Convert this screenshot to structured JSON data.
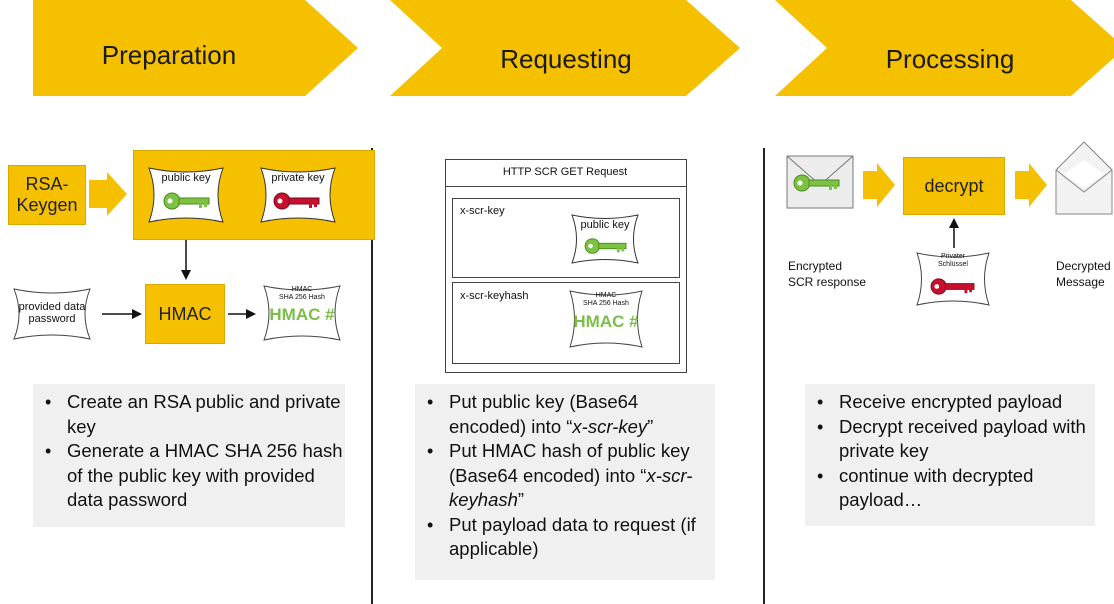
{
  "phases": [
    {
      "title": "Preparation"
    },
    {
      "title": "Requesting"
    },
    {
      "title": "Processing"
    }
  ],
  "preparation": {
    "rsa_keygen": "RSA-\nKeygen",
    "public_key": "public key",
    "private_key": "private key",
    "provided_data_password": "provided data\npassword",
    "hmac": "HMAC",
    "hmac_hash_caption": "HMAC\nSHA 256 Hash",
    "hmac_hash_label": "HMAC #",
    "bullets": [
      "Create an RSA public and private key",
      "Generate a HMAC SHA 256 hash of the public key with provided data password"
    ]
  },
  "requesting": {
    "http_title": "HTTP SCR GET Request",
    "x_scr_key": "x-scr-key",
    "public_key": "public key",
    "x_scr_keyhash": "x-scr-keyhash",
    "hmac_hash_caption": "HMAC\nSHA 256 Hash",
    "hmac_hash_label": "HMAC #",
    "bullets": [
      {
        "pre": "Put public key (Base64 encoded) into “",
        "em": "x-scr-key",
        "post": "”"
      },
      {
        "pre": "Put HMAC hash of public key (Base64 encoded) into “",
        "em": "x-scr-keyhash",
        "post": "”"
      },
      {
        "pre": "Put payload data to request (if applicable)",
        "em": "",
        "post": ""
      }
    ]
  },
  "processing": {
    "decrypt": "decrypt",
    "encrypted_label": "Encrypted\nSCR response",
    "private_key_caption": "Privater\nSchlüssel",
    "decrypted_label": "Decrypted\nMessage",
    "bullets": [
      "Receive encrypted payload",
      "Decrypt received payload with private key",
      "continue with decrypted payload…"
    ]
  },
  "colors": {
    "chevron": "#f5c000",
    "public_key_green": "#7dc242",
    "private_key_red": "#c8102e",
    "hmac_green": "#7bbf4a",
    "panel_gray": "#f0f0f0"
  }
}
